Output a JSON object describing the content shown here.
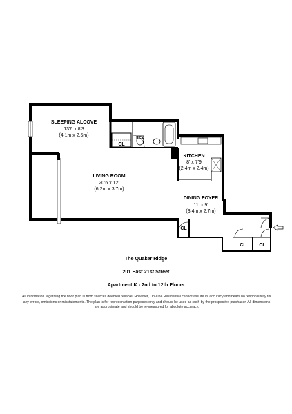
{
  "rooms": {
    "sleeping_alcove": {
      "name": "SLEEPING ALCOVE",
      "dims": "13'6 x 8'3",
      "metric": "(4.1m x 2.5m)"
    },
    "kitchen": {
      "name": "KITCHEN",
      "dims": "8' x 7'9",
      "metric": "(2.4m x 2.4m)"
    },
    "living_room": {
      "name": "LIVING ROOM",
      "dims": "20'6 x 12'",
      "metric": "(6.2m x 3.7m)"
    },
    "dining_foyer": {
      "name": "DINING FOYER",
      "dims": "11' x 9'",
      "metric": "(3.4m x 2.7m)"
    }
  },
  "closets": {
    "label": "CL"
  },
  "building": {
    "name": "The Quaker Ridge",
    "address": "201 East 21st Street",
    "apartment": "Apartment K - 2nd to 12th Floors"
  },
  "disclaimer": "All information regarding the floor plan is from sources deemed reliable. However, On-Line Residential cannot assure its accuracy and bears no responsibility for any errors, omissions or misstatements. The plan is for representation purposes only and should be used as such by the prospective purchaser. All dimensions are approximate and should be re-measured for absolute accuracy."
}
